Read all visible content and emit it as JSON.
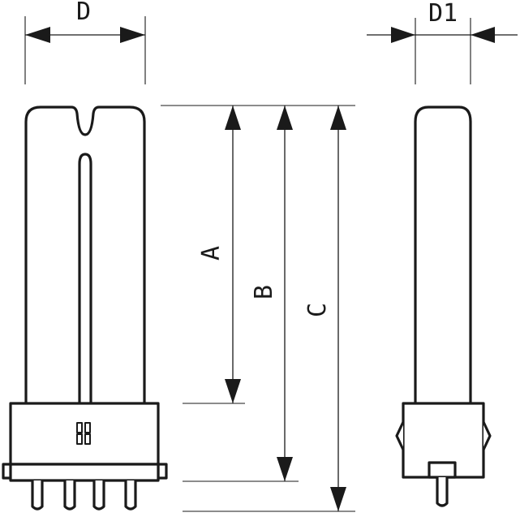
{
  "diagram": {
    "labels": {
      "d": "D",
      "d1": "D1",
      "a": "A",
      "b": "B",
      "c": "C"
    }
  }
}
